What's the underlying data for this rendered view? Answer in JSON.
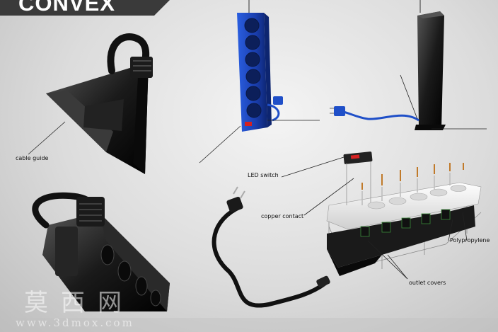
{
  "title": "CONVEX",
  "labels": {
    "cable_guide": "cable guide",
    "led_switch": "LED switch",
    "copper_contact": "copper contact",
    "polypropylene": "Polypropylene",
    "outlet_covers": "outlet covers"
  },
  "watermark": {
    "chinese": "莫西网",
    "url": "www.3dmox.com"
  },
  "colors": {
    "banner": "#3a3a3a",
    "product_blue": "#1f4fc8",
    "product_black": "#1a1a1a",
    "led_red": "#d42020"
  }
}
